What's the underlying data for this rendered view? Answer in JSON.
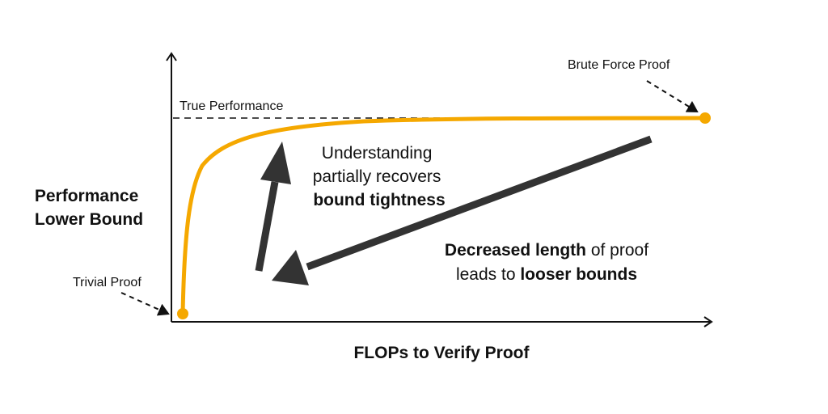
{
  "axes": {
    "y_label_lines": [
      "Performance",
      "Lower Bound"
    ],
    "x_label": "FLOPs to Verify Proof"
  },
  "reference_line": {
    "label": "True Performance"
  },
  "curve": {
    "description_color": "#F5A800"
  },
  "points": {
    "trivial_proof": "Trivial Proof",
    "brute_force_proof": "Brute Force Proof"
  },
  "annotations": {
    "understanding": {
      "line1": "Understanding",
      "line2": "partially recovers",
      "line3_bold": "bound tightness"
    },
    "decreased": {
      "line1_bold": "Decreased length",
      "line1_rest": " of proof",
      "line2_start": "leads to ",
      "line2_bold": "looser bounds"
    }
  },
  "colors": {
    "curve": "#F5A800",
    "arrow": "#333333",
    "axis": "#111111"
  }
}
